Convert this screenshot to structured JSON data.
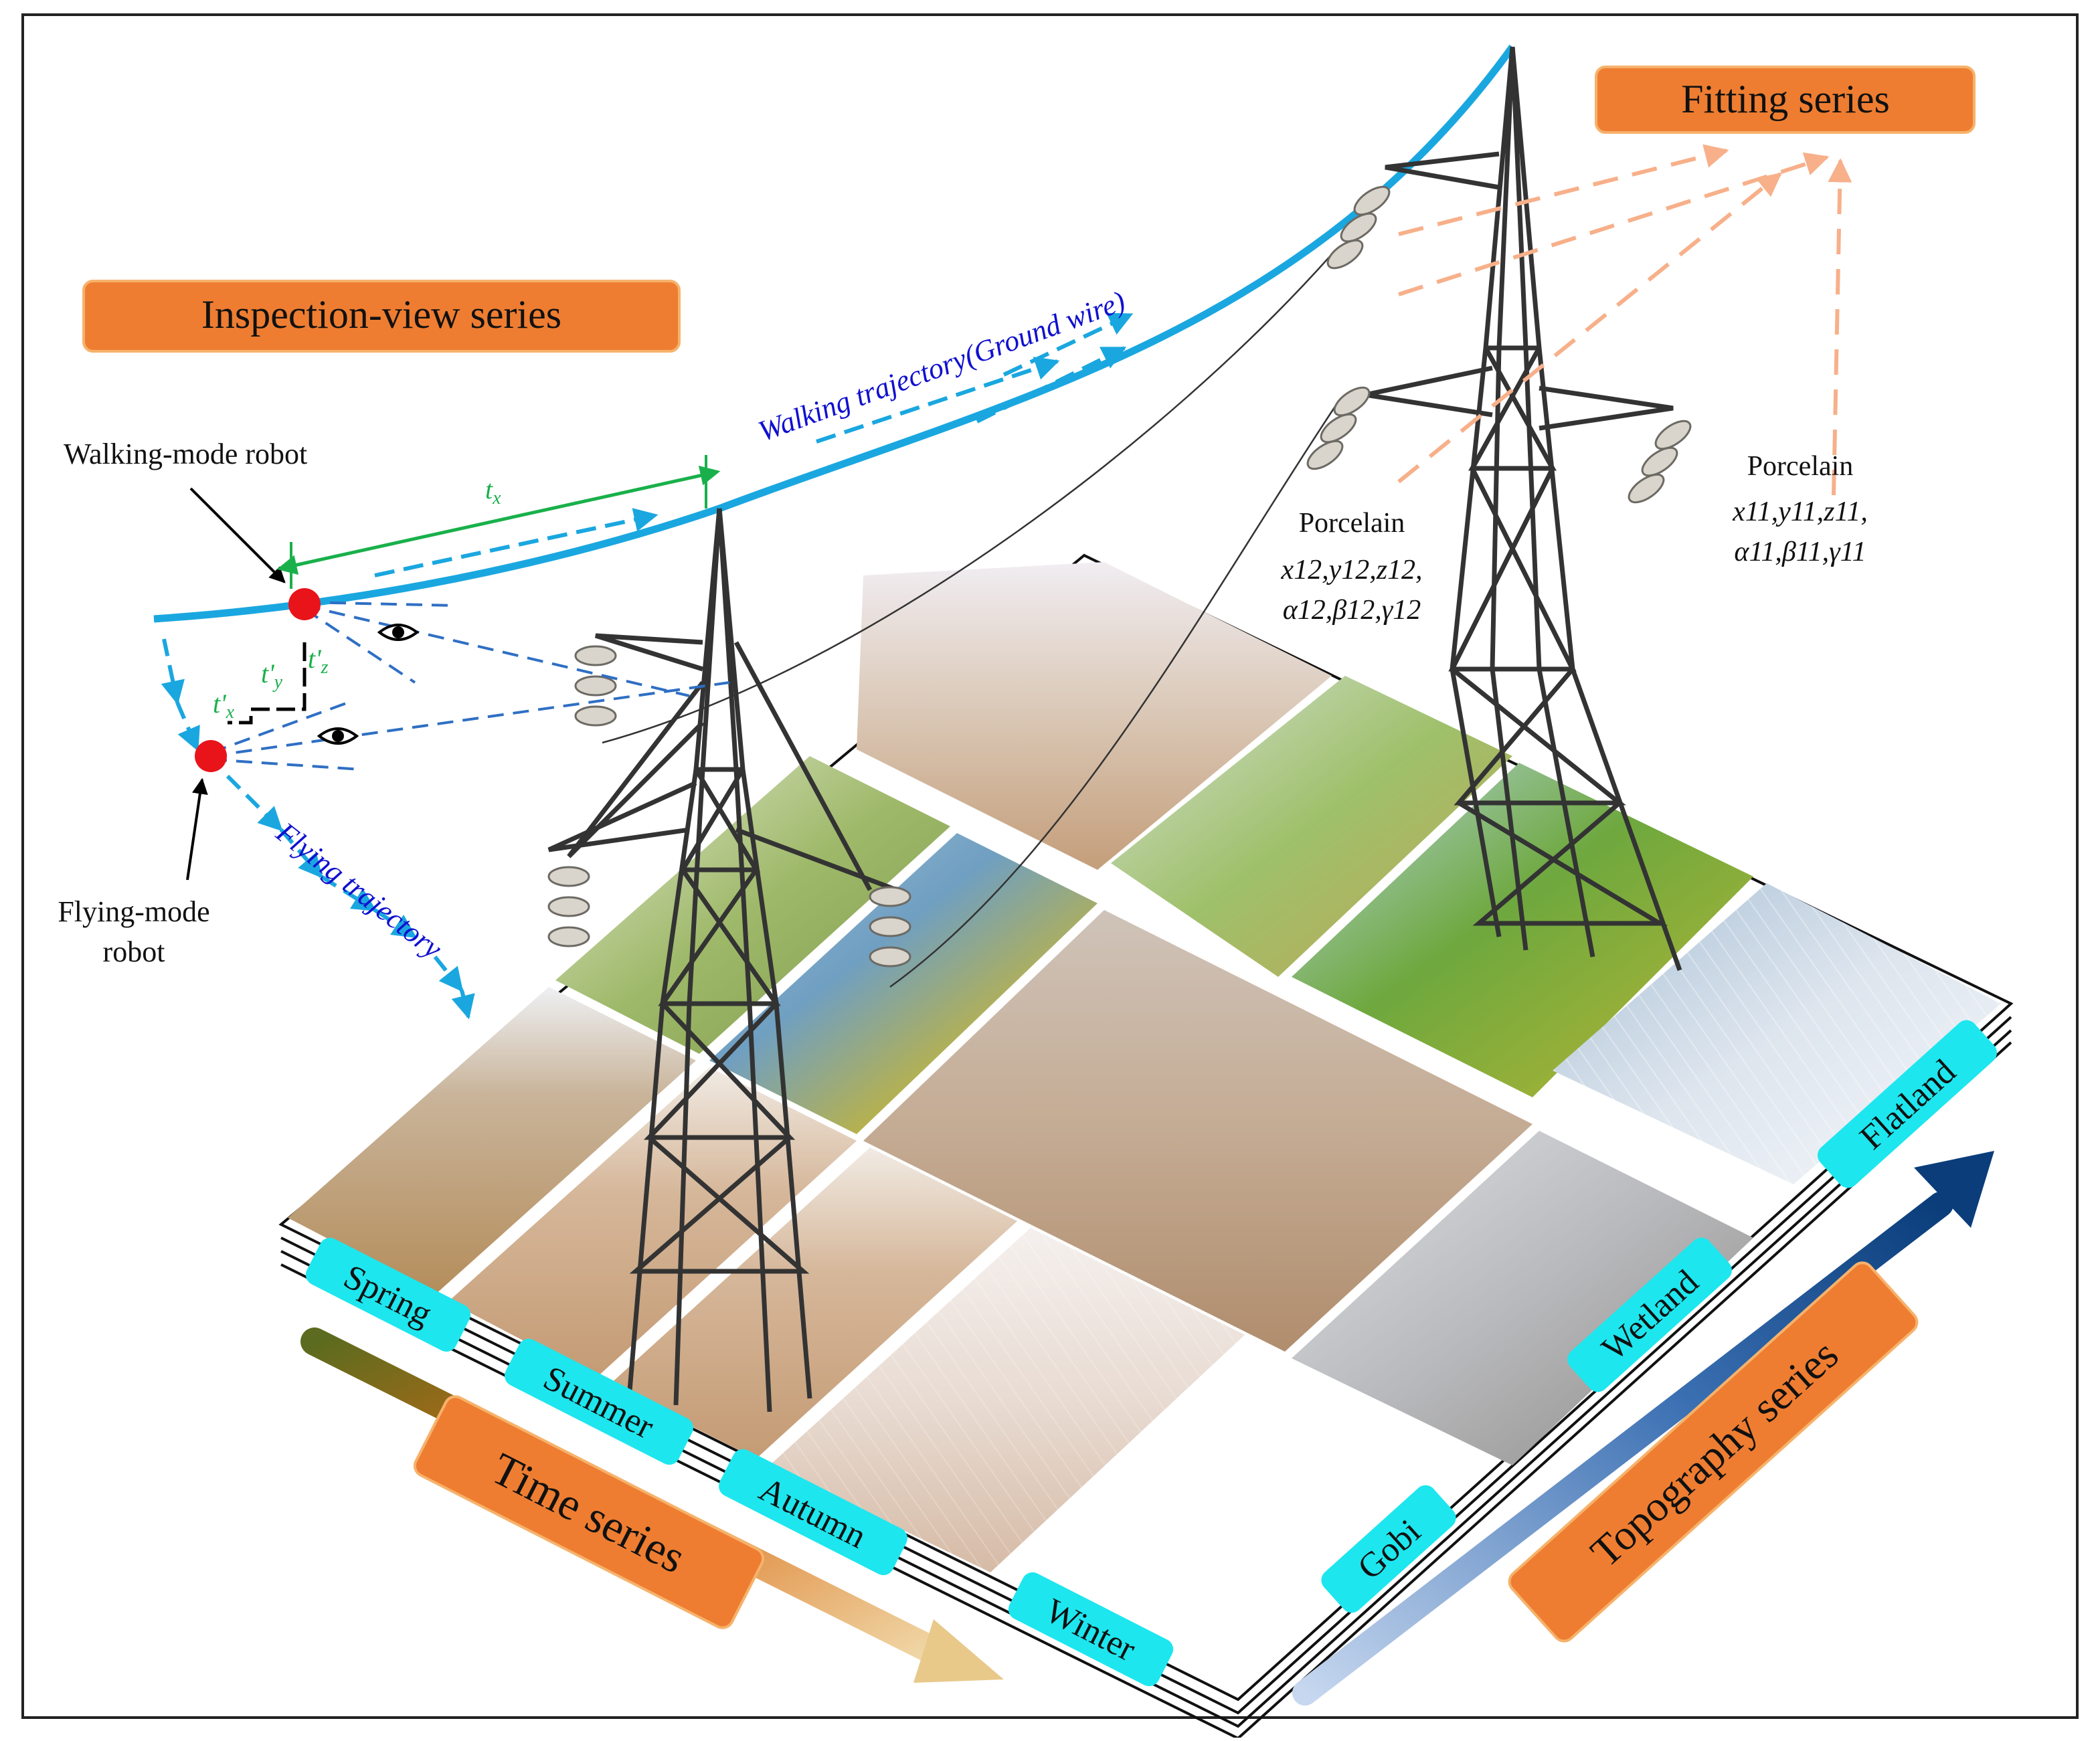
{
  "labels": {
    "inspection_view_series": "Inspection-view series",
    "fitting_series": "Fitting series",
    "time_series": "Time series",
    "topography_series": "Topography  series",
    "walking_mode_robot": "Walking-mode robot",
    "flying_mode_robot_line1": "Flying-mode",
    "flying_mode_robot_line2": "robot",
    "walking_trajectory": "Walking trajectory(Ground wire)",
    "flying_trajectory": "Flying trajectory",
    "t_x": "t",
    "t_x_sub": "x",
    "t_prime_x": "t'",
    "t_prime_x_sub": "x",
    "t_prime_y": "t'",
    "t_prime_y_sub": "y",
    "t_prime_z": "t'",
    "t_prime_z_sub": "z"
  },
  "porcelain_12": {
    "title": "Porcelain",
    "line1": "x12,y12,z12,",
    "line2": "α12,β12,γ12"
  },
  "porcelain_11": {
    "title": "Porcelain",
    "line1": "x11,y11,z11,",
    "line2": "α11,β11,γ11"
  },
  "seasons": [
    "Spring",
    "Summer",
    "Autumn",
    "Winter"
  ],
  "terrains": [
    "Gobi",
    "Wetland",
    "Flatland"
  ],
  "colors": {
    "orange_box": "#ee7d31",
    "cyan_tag": "#1de6ee",
    "ground_wire": "#1aa7e0",
    "trajectory_arrow": "#1aa7e0",
    "dimension_green": "#19b04b",
    "robot_red": "#e8141a",
    "fit_arrow": "#f7b08a",
    "topography_arrow_dark": "#0a3d7a",
    "time_arrow_start": "#5b6b1f",
    "time_arrow_mid": "#d86a12",
    "time_arrow_end": "#e8c98a",
    "trajectory_text": "#1010d0"
  }
}
